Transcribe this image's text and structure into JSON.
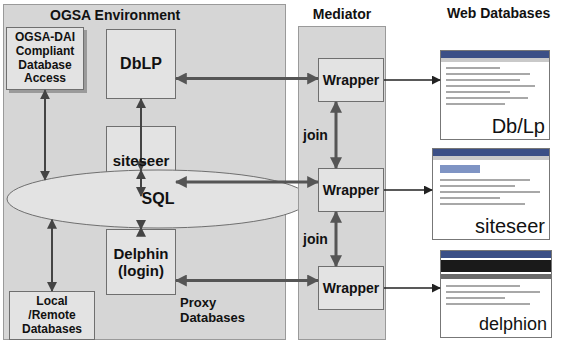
{
  "diagram": {
    "nodes": [
      {
        "text": [
          "OGSA Environment"
        ]
      },
      {
        "text": [
          "OGSA-DAI Compliant Database Access"
        ],
        "in": 0
      },
      {
        "text": [
          "DbLP"
        ],
        "in": 0
      },
      {
        "text": [
          "siteseer"
        ],
        "in": 0
      },
      {
        "text": [
          "Delphin (login)"
        ],
        "in": 0
      },
      {
        "text": [
          "SQL"
        ],
        "in": 0
      },
      {
        "text": [
          "Local /Remote Databases"
        ],
        "in": 0
      },
      {
        "text": [
          "Mediator"
        ]
      },
      {
        "text": [
          "Wrapper"
        ],
        "in": 7
      },
      {
        "text": [
          "Wrapper"
        ],
        "in": 7
      },
      {
        "text": [
          "Wrapper"
        ],
        "in": 7
      },
      {
        "text": [
          "Db/Lp"
        ]
      },
      {
        "text": [
          "siteseer"
        ]
      },
      {
        "text": [
          "delphion"
        ]
      }
    ],
    "edges": [
      {
        "from": 2,
        "to": 8,
        "arrow": "both"
      },
      {
        "from": 8,
        "to": 9,
        "label": "join",
        "arrow": "both"
      },
      {
        "from": 3,
        "to": 9,
        "arrow": "both"
      },
      {
        "from": 9,
        "to": 10,
        "label": "join",
        "arrow": "both"
      },
      {
        "from": 4,
        "to": 10,
        "arrow": "both"
      },
      {
        "from": 8,
        "to": 11,
        "arrow": "to"
      },
      {
        "from": 9,
        "to": 12,
        "arrow": "to"
      },
      {
        "from": 10,
        "to": 13,
        "arrow": "to"
      },
      {
        "from": 5,
        "to": 1,
        "arrow": "both"
      },
      {
        "from": 5,
        "to": 2,
        "arrow": "both"
      },
      {
        "from": 5,
        "to": 3,
        "arrow": "both"
      },
      {
        "from": 5,
        "to": 4,
        "arrow": "both"
      },
      {
        "from": 5,
        "to": 6,
        "arrow": "both"
      }
    ],
    "labels": [
      "Proxy Databases",
      "Web Databases"
    ]
  }
}
